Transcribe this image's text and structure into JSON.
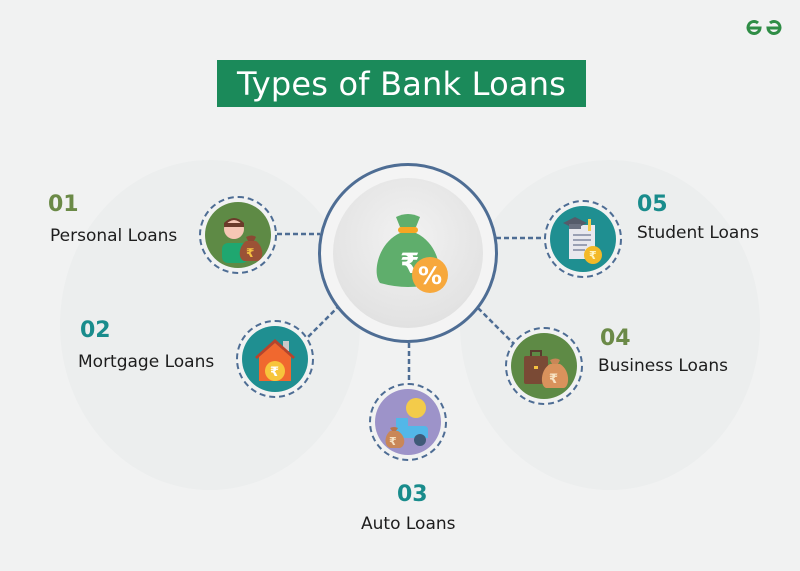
{
  "header": {
    "title": "Types of Bank Loans",
    "logo": "geeksforgeeks-logo",
    "title_bg_color": "#1b8a5a"
  },
  "hub": {
    "icon": "money-bag-rupee-percent-icon"
  },
  "loans": [
    {
      "number": "01",
      "label": "Personal Loans",
      "icon": "person-money-bag-icon",
      "number_color": "#6b8a47",
      "icon_bg": "#5e8a45"
    },
    {
      "number": "02",
      "label": "Mortgage Loans",
      "icon": "house-rupee-icon",
      "number_color": "#198c8c",
      "icon_bg": "#1f8f91"
    },
    {
      "number": "03",
      "label": "Auto Loans",
      "icon": "car-money-bag-icon",
      "number_color": "#198c8c",
      "icon_bg": "#9d93c9"
    },
    {
      "number": "04",
      "label": "Business Loans",
      "icon": "briefcase-money-bag-icon",
      "number_color": "#6b8a47",
      "icon_bg": "#5e8a45"
    },
    {
      "number": "05",
      "label": "Student Loans",
      "icon": "document-graduation-cap-icon",
      "number_color": "#198c8c",
      "icon_bg": "#1f8f91"
    }
  ],
  "colors": {
    "connector": "#4e6d94",
    "background": "#f1f2f2"
  }
}
